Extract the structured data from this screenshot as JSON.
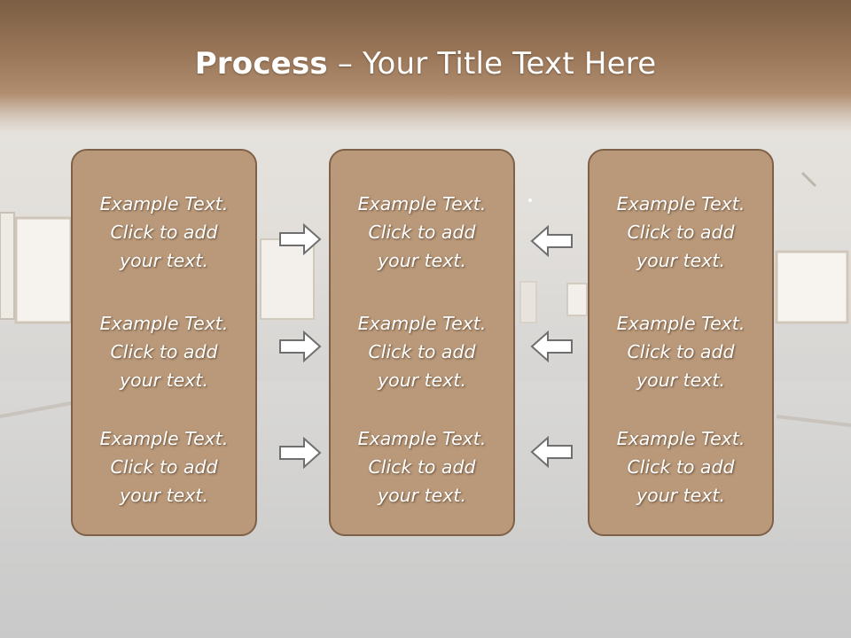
{
  "slide": {
    "title_bold": "Process",
    "title_rest": " – Your Title Text Here"
  },
  "columns": [
    {
      "items": [
        {
          "l1": "Example Text.",
          "l2": "Click  to add",
          "l3": "your text."
        },
        {
          "l1": "Example Text.",
          "l2": "Click  to add",
          "l3": "your text."
        },
        {
          "l1": "Example Text.",
          "l2": "Click  to add",
          "l3": "your text."
        }
      ]
    },
    {
      "items": [
        {
          "l1": "Example Text.",
          "l2": "Click  to add",
          "l3": "your text."
        },
        {
          "l1": "Example Text.",
          "l2": "Click  to add",
          "l3": "your text."
        },
        {
          "l1": "Example Text.",
          "l2": "Click  to add",
          "l3": "your text."
        }
      ]
    },
    {
      "items": [
        {
          "l1": "Example Text.",
          "l2": "Click  to add",
          "l3": "your text."
        },
        {
          "l1": "Example Text.",
          "l2": "Click  to add",
          "l3": "your text."
        },
        {
          "l1": "Example Text.",
          "l2": "Click  to add",
          "l3": "your text."
        }
      ]
    }
  ],
  "colors": {
    "box_fill": "#b9997a",
    "box_border": "#7e6148",
    "header_brown": "#9a7658",
    "arrow_stroke": "#6f6f6f",
    "arrow_fill": "#ffffff"
  },
  "icons": {
    "left_arrows": "arrow-right-icon",
    "right_arrows": "arrow-left-icon"
  }
}
